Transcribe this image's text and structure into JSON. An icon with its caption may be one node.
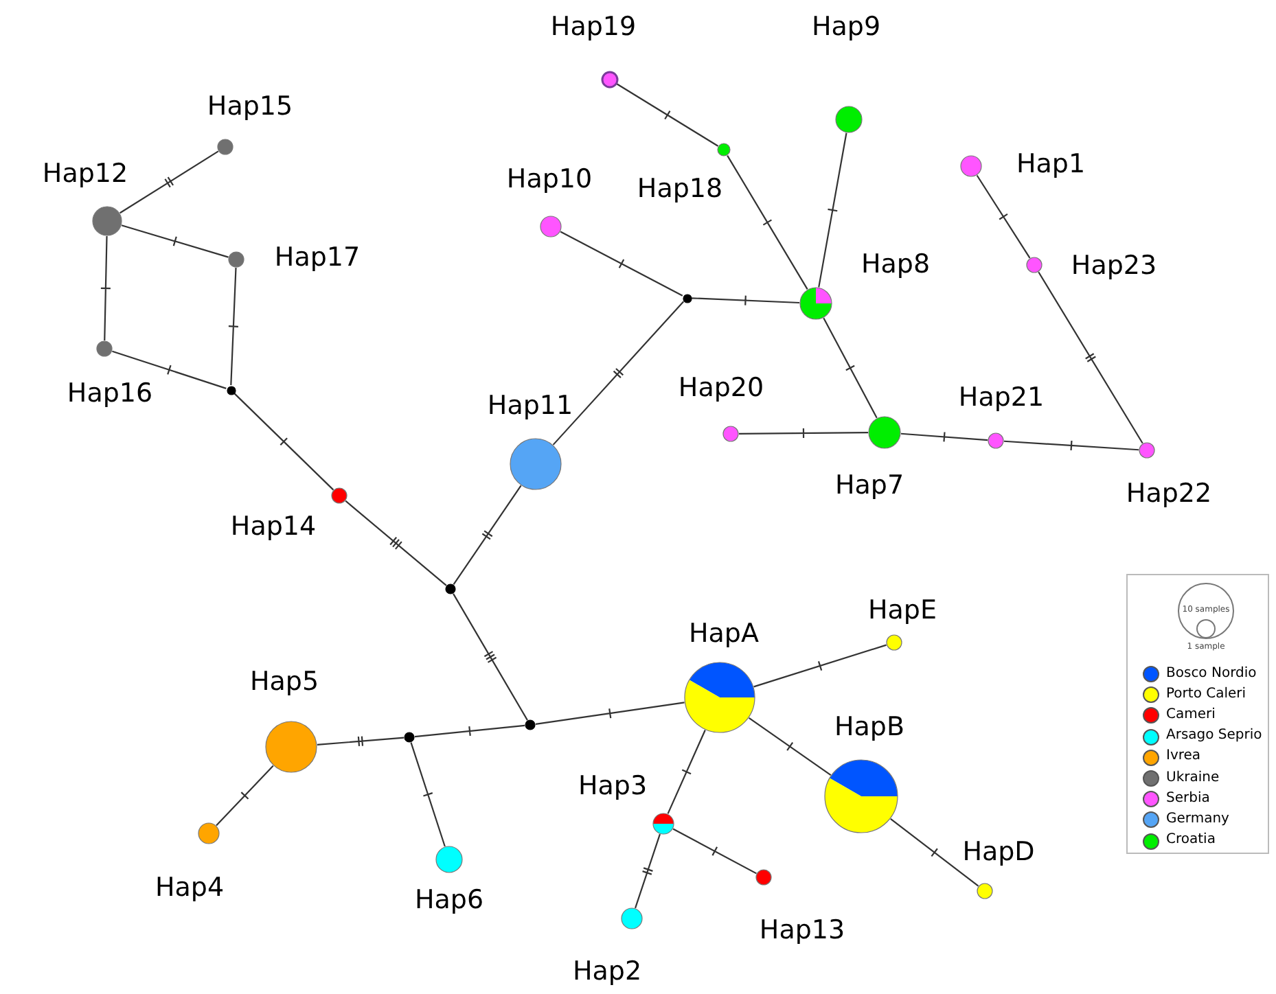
{
  "diagram": {
    "nodes": [
      {
        "text": [
          "Hap12"
        ]
      },
      {
        "text": [
          "Hap15"
        ]
      },
      {
        "text": [
          "Hap17"
        ]
      },
      {
        "text": [
          "Hap16"
        ]
      },
      {
        "text": [],
        "shape": "circle"
      },
      {
        "text": [
          "Hap14"
        ]
      },
      {
        "text": [],
        "shape": "circle"
      },
      {
        "text": [
          "Hap11"
        ]
      },
      {
        "text": [],
        "shape": "circle"
      },
      {
        "text": [
          "Hap10"
        ]
      },
      {
        "text": [
          "Hap19"
        ]
      },
      {
        "text": [
          "Hap18"
        ]
      },
      {
        "text": [
          "Hap9"
        ]
      },
      {
        "text": [
          "Hap8"
        ]
      },
      {
        "text": [
          "Hap20"
        ]
      },
      {
        "text": [
          "Hap7"
        ]
      },
      {
        "text": [
          "Hap21"
        ]
      },
      {
        "text": [
          "Hap1"
        ]
      },
      {
        "text": [
          "Hap23"
        ]
      },
      {
        "text": [
          "Hap22"
        ]
      },
      {
        "text": [],
        "shape": "circle"
      },
      {
        "text": [
          "HapA"
        ]
      },
      {
        "text": [
          "HapE"
        ]
      },
      {
        "text": [
          "HapB"
        ]
      },
      {
        "text": [
          "HapD"
        ]
      },
      {
        "text": [],
        "shape": "circle"
      },
      {
        "text": [
          "Hap5"
        ]
      },
      {
        "text": [
          "Hap4"
        ]
      },
      {
        "text": [
          "Hap6"
        ]
      },
      {
        "text": [
          "Hap3"
        ]
      },
      {
        "text": [
          "Hap13"
        ]
      },
      {
        "text": [
          "Hap2"
        ]
      }
    ],
    "edges": [
      {
        "from": 0,
        "to": 1,
        "arrow": "none"
      },
      {
        "from": 0,
        "to": 2,
        "arrow": "none"
      },
      {
        "from": 0,
        "to": 3,
        "arrow": "none"
      },
      {
        "from": 2,
        "to": 4,
        "arrow": "none"
      },
      {
        "from": 3,
        "to": 4,
        "arrow": "none"
      },
      {
        "from": 4,
        "to": 5,
        "arrow": "none"
      },
      {
        "from": 5,
        "to": 6,
        "arrow": "none"
      },
      {
        "from": 6,
        "to": 7,
        "arrow": "none"
      },
      {
        "from": 7,
        "to": 8,
        "arrow": "none"
      },
      {
        "from": 8,
        "to": 9,
        "arrow": "none"
      },
      {
        "from": 8,
        "to": 13,
        "arrow": "none"
      },
      {
        "from": 10,
        "to": 11,
        "arrow": "none"
      },
      {
        "from": 11,
        "to": 13,
        "arrow": "none"
      },
      {
        "from": 12,
        "to": 13,
        "arrow": "none"
      },
      {
        "from": 13,
        "to": 15,
        "arrow": "none"
      },
      {
        "from": 14,
        "to": 15,
        "arrow": "none"
      },
      {
        "from": 15,
        "to": 16,
        "arrow": "none"
      },
      {
        "from": 16,
        "to": 19,
        "arrow": "none"
      },
      {
        "from": 17,
        "to": 18,
        "arrow": "none"
      },
      {
        "from": 18,
        "to": 19,
        "arrow": "none"
      },
      {
        "from": 6,
        "to": 20,
        "arrow": "none"
      },
      {
        "from": 20,
        "to": 21,
        "arrow": "none"
      },
      {
        "from": 21,
        "to": 22,
        "arrow": "none"
      },
      {
        "from": 21,
        "to": 23,
        "arrow": "none"
      },
      {
        "from": 23,
        "to": 24,
        "arrow": "none"
      },
      {
        "from": 20,
        "to": 25,
        "arrow": "none"
      },
      {
        "from": 25,
        "to": 26,
        "arrow": "none"
      },
      {
        "from": 26,
        "to": 27,
        "arrow": "none"
      },
      {
        "from": 25,
        "to": 28,
        "arrow": "none"
      },
      {
        "from": 21,
        "to": 29,
        "arrow": "none"
      },
      {
        "from": 29,
        "to": 30,
        "arrow": "none"
      },
      {
        "from": 29,
        "to": 31,
        "arrow": "none"
      }
    ],
    "labels": [
      "10 samples",
      "1 sample"
    ],
    "legend": [
      {
        "text": "Bosco Nordio",
        "color": "#0055ff"
      },
      {
        "text": "Porto Caleri",
        "color": "#ffff00"
      },
      {
        "text": "Cameri",
        "color": "#ff0000"
      },
      {
        "text": "Arsago Seprio",
        "color": "#00ffff"
      },
      {
        "text": "Ivrea",
        "color": "#ffa500"
      },
      {
        "text": "Ukraine",
        "color": "#707070"
      },
      {
        "text": "Serbia",
        "color": "#ff55ff"
      },
      {
        "text": "Germany",
        "color": "#55a5f5"
      },
      {
        "text": "Croatia",
        "color": "#00ee00"
      }
    ]
  }
}
